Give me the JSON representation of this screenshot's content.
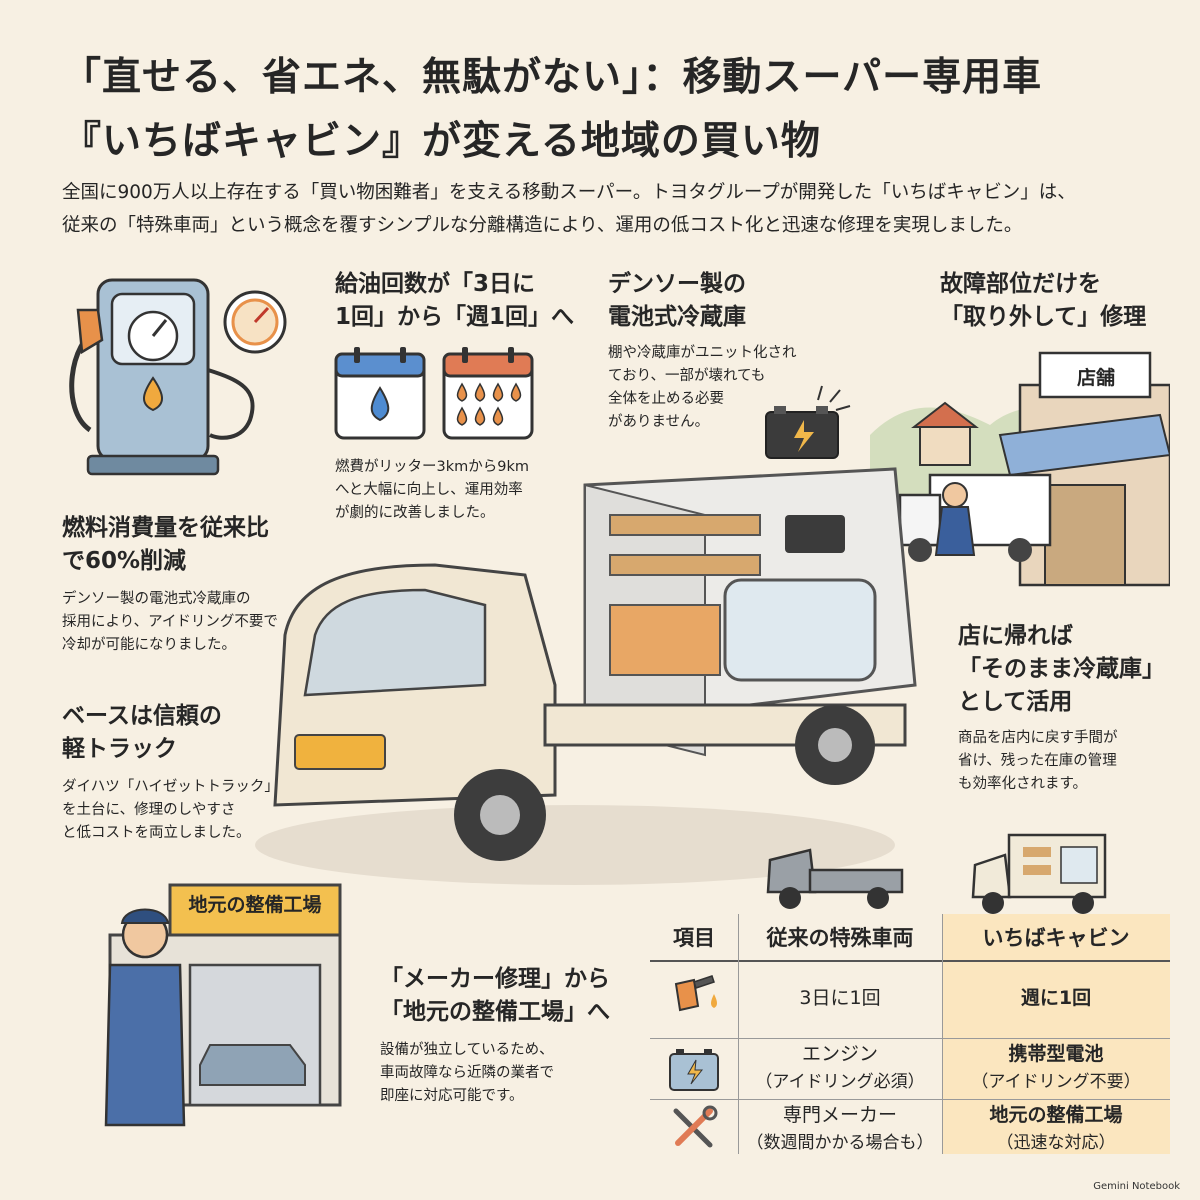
{
  "title": {
    "line1": "「直せる、省エネ、無駄がない」：移動スーパー専用車",
    "line2": "『いちばキャビン』が変える地域の買い物"
  },
  "intro": {
    "line1": "全国に900万人以上存在する「買い物困難者」を支える移動スーパー。トヨタグループが開発した「いちばキャビン」は、",
    "line2": "従来の「特殊車両」という概念を覆すシンプルな分離構造により、運用の低コスト化と迅速な修理を実現しました。"
  },
  "fuel": {
    "heading": [
      "燃料消費量を従来比",
      "で60%削減"
    ],
    "body": [
      "デンソー製の電池式冷蔵庫の",
      "採用により、アイドリング不要で",
      "冷却が可能になりました。"
    ]
  },
  "refuel": {
    "heading": [
      "給油回数が「3日に",
      "1回」から「週1回」へ"
    ],
    "body": [
      "燃費がリッター3kmから9km",
      "へと大幅に向上し、運用効率",
      "が劇的に改善しました。"
    ]
  },
  "fridge": {
    "heading": [
      "デンソー製の",
      "電池式冷蔵庫"
    ],
    "body": [
      "棚や冷蔵庫がユニット化され",
      "ており、一部が壊れても",
      "全体を止める必要",
      "がありません。"
    ]
  },
  "repair_part": {
    "heading": [
      "故障部位だけを",
      "「取り外して」修理"
    ],
    "store_sign": "店舗"
  },
  "return_store": {
    "heading": [
      "店に帰れば",
      "「そのまま冷蔵庫」",
      "として活用"
    ],
    "body": [
      "商品を店内に戻す手間が",
      "省け、残った在庫の管理",
      "も効率化されます。"
    ]
  },
  "base": {
    "heading": [
      "ベースは信頼の",
      "軽トラック"
    ],
    "body": [
      "ダイハツ「ハイゼットトラック」",
      "を土台に、修理のしやすさ",
      "と低コストを両立しました。"
    ]
  },
  "garage": {
    "sign": "地元の整備工場"
  },
  "local_repair": {
    "heading": [
      "「メーカー修理」から",
      "「地元の整備工場」へ"
    ],
    "body": [
      "設備が独立しているため、",
      "車両故障なら近隣の業者で",
      "即座に対応可能です。"
    ]
  },
  "table": {
    "headers": [
      "項目",
      "従来の特殊車両",
      "いちばキャビン"
    ],
    "rows": [
      {
        "icon": "fuel-nozzle-icon",
        "old_main": "3日に1回",
        "old_sub": "",
        "new_main": "週に1回",
        "new_sub": ""
      },
      {
        "icon": "battery-icon",
        "old_main": "エンジン",
        "old_sub": "（アイドリング必須）",
        "new_main": "携帯型電池",
        "new_sub": "（アイドリング不要）"
      },
      {
        "icon": "tools-icon",
        "old_main": "専門メーカー",
        "old_sub": "（数週間かかる場合も）",
        "new_main": "地元の整備工場",
        "new_sub": "（迅速な対応）"
      }
    ]
  },
  "credit": "Gemini Notebook",
  "colors": {
    "background": "#f7f0e3",
    "accent_orange": "#e8914a",
    "accent_blue": "#5b8fcf",
    "highlight": "#fbe6bf",
    "drop_blue": "#4e8bd1"
  }
}
